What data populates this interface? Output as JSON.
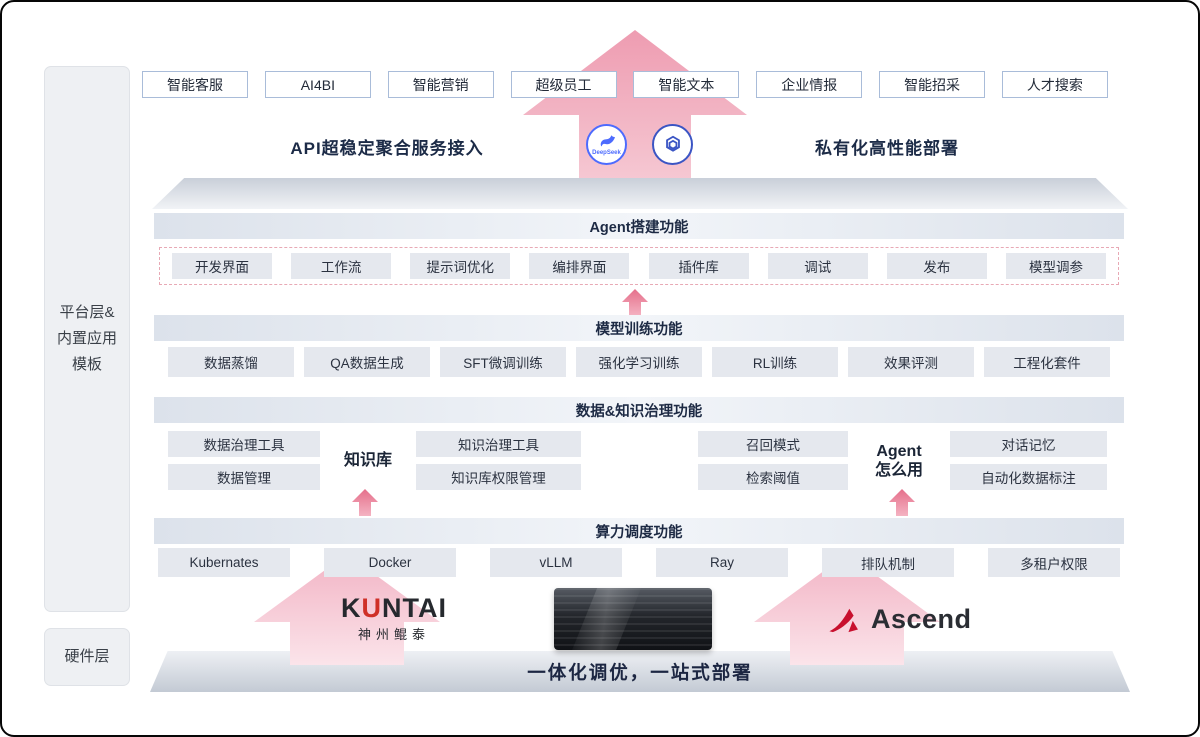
{
  "sidebar": {
    "platform_lines": [
      "平台层&",
      "内置应用",
      "模板"
    ],
    "hardware_label": "硬件层"
  },
  "top_apps": [
    "智能客服",
    "AI4BI",
    "智能营销",
    "超级员工",
    "智能文本",
    "企业情报",
    "智能招采",
    "人才搜索"
  ],
  "access": {
    "left_label": "API超稳定聚合服务接入",
    "right_label": "私有化高性能部署",
    "logo1_label": "DeepSeek"
  },
  "agent_layer": {
    "title": "Agent搭建功能",
    "items": [
      "开发界面",
      "工作流",
      "提示词优化",
      "编排界面",
      "插件库",
      "调试",
      "发布",
      "模型调参"
    ]
  },
  "training_layer": {
    "title": "模型训练功能",
    "items": [
      "数据蒸馏",
      "QA数据生成",
      "SFT微调训练",
      "强化学习训练",
      "RL训练",
      "效果评测",
      "工程化套件"
    ]
  },
  "data_layer": {
    "title": "数据&知识治理功能",
    "kb_group": {
      "left": [
        "数据治理工具",
        "数据管理"
      ],
      "center": "知识库",
      "right": [
        "知识治理工具",
        "知识库权限管理"
      ]
    },
    "agent_group": {
      "left": [
        "召回模式",
        "检索阈值"
      ],
      "center_line1": "Agent",
      "center_line2": "怎么用",
      "right": [
        "对话记忆",
        "自动化数据标注"
      ]
    }
  },
  "compute_layer": {
    "title": "算力调度功能",
    "items": [
      "Kubernates",
      "Docker",
      "vLLM",
      "Ray",
      "排队机制",
      "多租户权限"
    ]
  },
  "hardware": {
    "kuntai_k": "K",
    "kuntai_u": "U",
    "kuntai_rest": "NTAI",
    "kuntai_sub": "神州鲲泰",
    "ascend_label": "Ascend",
    "slogan": "一体化调优，一站式部署"
  },
  "colors": {
    "arrow_pink": "#f2b0bf",
    "accent_red": "#c8102e",
    "deepseek_blue": "#4d6bfe"
  }
}
